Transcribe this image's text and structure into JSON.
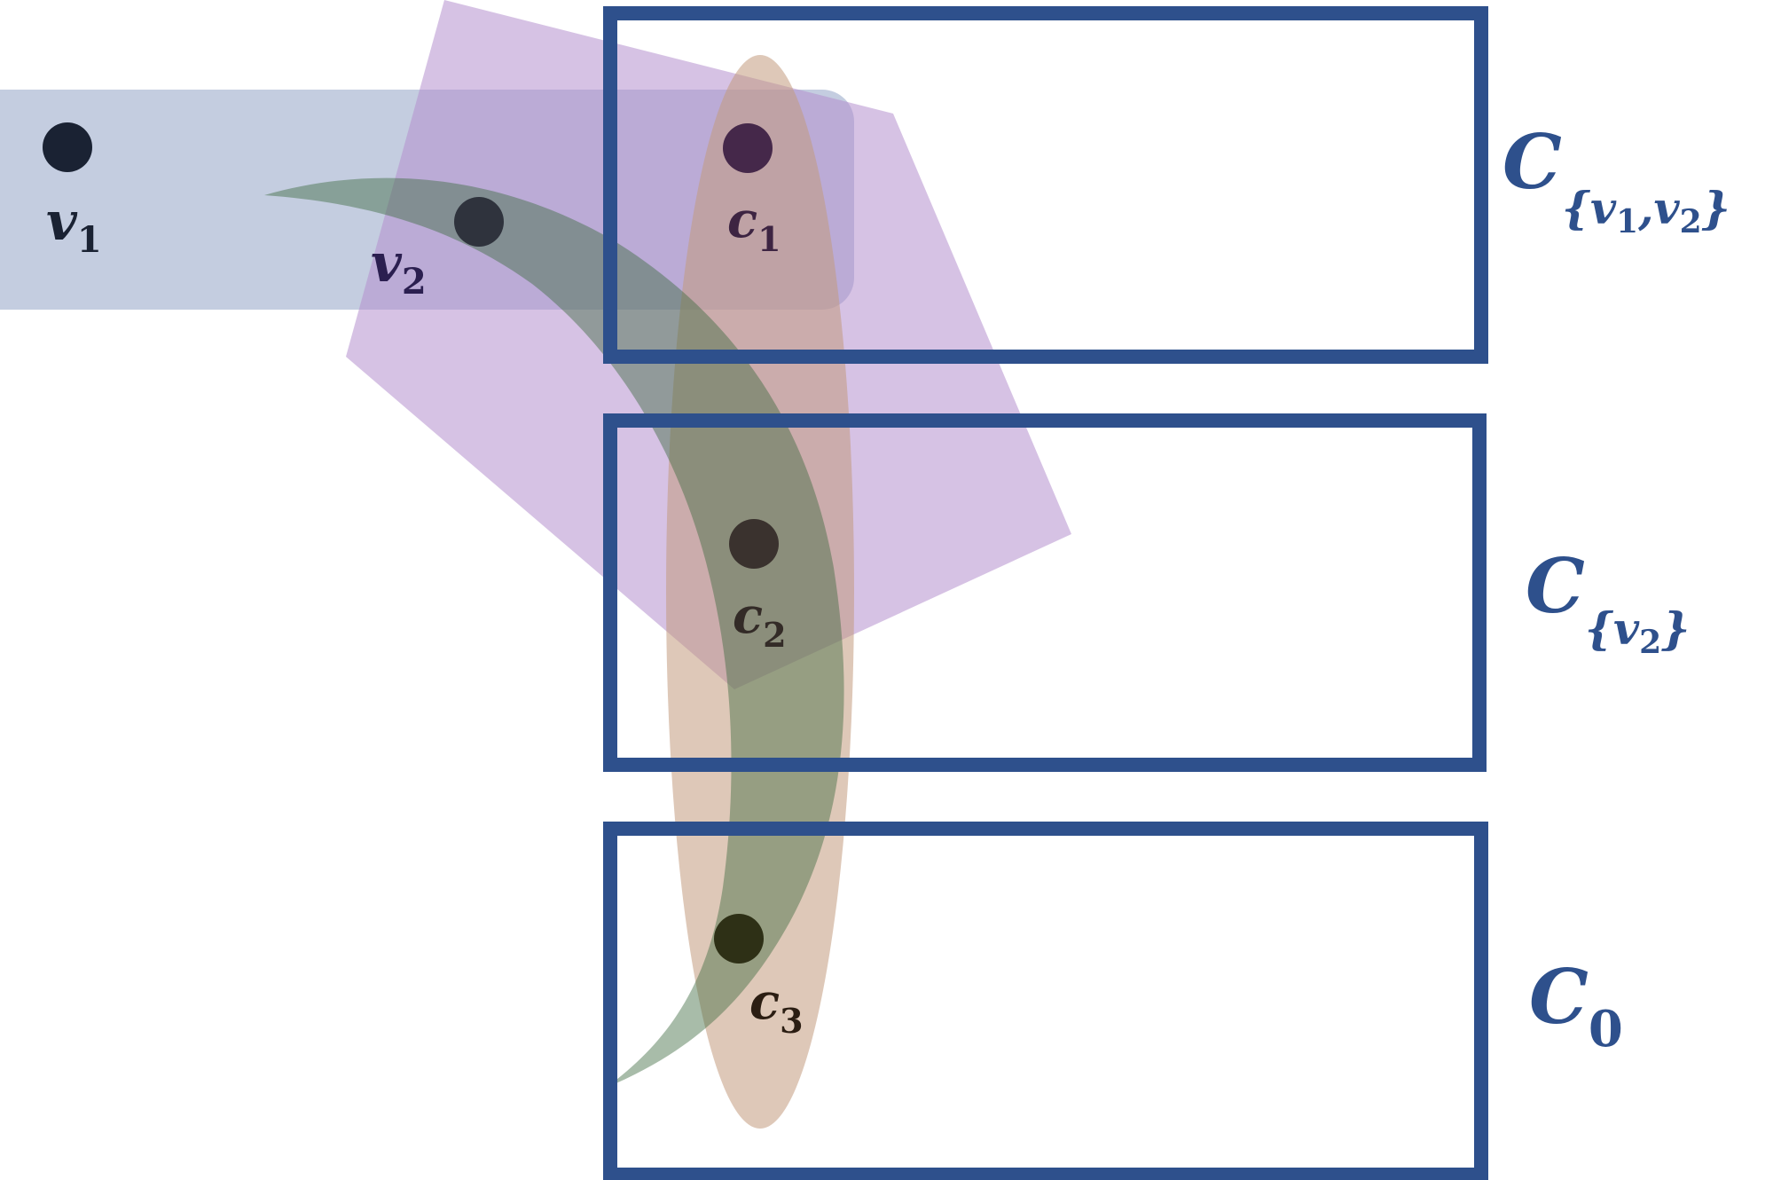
{
  "diagram": {
    "colors": {
      "box_stroke": "#2e508c",
      "label_color": "#2e508c",
      "vertex_rect_fill": "#c4cde0",
      "pentagon_fill": "#c8aedb",
      "crescent_fill": "#6f8f6f",
      "ellipse_fill": "#d7bca8",
      "background": "#ffffff"
    },
    "boxes": [
      {
        "id": "box-v1-v2",
        "label_main": "C",
        "label_sub": "{v",
        "label_sub_1": "1",
        "label_sub_sep": ",v",
        "label_sub_2": "2",
        "label_sub_close": "}"
      },
      {
        "id": "box-v2",
        "label_main": "C",
        "label_sub": "{v",
        "label_sub_2": "2",
        "label_sub_close": "}"
      },
      {
        "id": "box-empty",
        "label_main": "C",
        "label_sub": "0"
      }
    ],
    "vertices": [
      {
        "id": "v1",
        "name": "v",
        "sub": "1"
      },
      {
        "id": "v2",
        "name": "v",
        "sub": "2"
      }
    ],
    "clauses": [
      {
        "id": "c1",
        "name": "c",
        "sub": "1"
      },
      {
        "id": "c2",
        "name": "c",
        "sub": "2"
      },
      {
        "id": "c3",
        "name": "c",
        "sub": "3"
      }
    ],
    "regions": [
      "vertex-set-rounded-rect",
      "purple-pentagon",
      "green-crescent",
      "tan-ellipse"
    ]
  }
}
